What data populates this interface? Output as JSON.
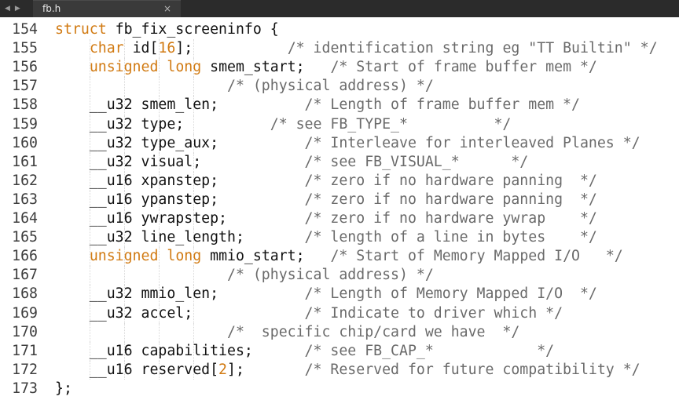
{
  "tab": {
    "nav_prev": "◀",
    "nav_next": "▶",
    "title": "fb.h",
    "close": "×"
  },
  "lines": [
    {
      "n": "154",
      "segs": [
        {
          "t": "kw",
          "v": "struct"
        },
        {
          "t": "pl",
          "v": " fb_fix_screeninfo {"
        }
      ]
    },
    {
      "n": "155",
      "segs": [
        {
          "t": "pl",
          "v": "    "
        },
        {
          "t": "kw",
          "v": "char"
        },
        {
          "t": "pl",
          "v": " id["
        },
        {
          "t": "num",
          "v": "16"
        },
        {
          "t": "pl",
          "v": "];           "
        },
        {
          "t": "cm",
          "v": "/* identification string eg \"TT Builtin\" */"
        }
      ]
    },
    {
      "n": "156",
      "segs": [
        {
          "t": "pl",
          "v": "    "
        },
        {
          "t": "kw",
          "v": "unsigned"
        },
        {
          "t": "pl",
          "v": " "
        },
        {
          "t": "kw",
          "v": "long"
        },
        {
          "t": "pl",
          "v": " smem_start;   "
        },
        {
          "t": "cm",
          "v": "/* Start of frame buffer mem */"
        }
      ]
    },
    {
      "n": "157",
      "segs": [
        {
          "t": "pl",
          "v": "                    "
        },
        {
          "t": "cm",
          "v": "/* (physical address) */"
        }
      ]
    },
    {
      "n": "158",
      "segs": [
        {
          "t": "pl",
          "v": "    __u32 smem_len;          "
        },
        {
          "t": "cm",
          "v": "/* Length of frame buffer mem */"
        }
      ]
    },
    {
      "n": "159",
      "segs": [
        {
          "t": "pl",
          "v": "    __u32 type;          "
        },
        {
          "t": "cm",
          "v": "/* see FB_TYPE_*          */"
        }
      ]
    },
    {
      "n": "160",
      "segs": [
        {
          "t": "pl",
          "v": "    __u32 type_aux;          "
        },
        {
          "t": "cm",
          "v": "/* Interleave for interleaved Planes */"
        }
      ]
    },
    {
      "n": "161",
      "segs": [
        {
          "t": "pl",
          "v": "    __u32 visual;            "
        },
        {
          "t": "cm",
          "v": "/* see FB_VISUAL_*      */"
        }
      ]
    },
    {
      "n": "162",
      "segs": [
        {
          "t": "pl",
          "v": "    __u16 xpanstep;          "
        },
        {
          "t": "cm",
          "v": "/* zero if no hardware panning  */"
        }
      ]
    },
    {
      "n": "163",
      "segs": [
        {
          "t": "pl",
          "v": "    __u16 ypanstep;          "
        },
        {
          "t": "cm",
          "v": "/* zero if no hardware panning  */"
        }
      ]
    },
    {
      "n": "164",
      "segs": [
        {
          "t": "pl",
          "v": "    __u16 ywrapstep;         "
        },
        {
          "t": "cm",
          "v": "/* zero if no hardware ywrap    */"
        }
      ]
    },
    {
      "n": "165",
      "segs": [
        {
          "t": "pl",
          "v": "    __u32 line_length;       "
        },
        {
          "t": "cm",
          "v": "/* length of a line in bytes    */"
        }
      ]
    },
    {
      "n": "166",
      "segs": [
        {
          "t": "pl",
          "v": "    "
        },
        {
          "t": "kw",
          "v": "unsigned"
        },
        {
          "t": "pl",
          "v": " "
        },
        {
          "t": "kw",
          "v": "long"
        },
        {
          "t": "pl",
          "v": " mmio_start;   "
        },
        {
          "t": "cm",
          "v": "/* Start of Memory Mapped I/O   */"
        }
      ]
    },
    {
      "n": "167",
      "segs": [
        {
          "t": "pl",
          "v": "                    "
        },
        {
          "t": "cm",
          "v": "/* (physical address) */"
        }
      ]
    },
    {
      "n": "168",
      "segs": [
        {
          "t": "pl",
          "v": "    __u32 mmio_len;          "
        },
        {
          "t": "cm",
          "v": "/* Length of Memory Mapped I/O  */"
        }
      ]
    },
    {
      "n": "169",
      "segs": [
        {
          "t": "pl",
          "v": "    __u32 accel;             "
        },
        {
          "t": "cm",
          "v": "/* Indicate to driver which */"
        }
      ]
    },
    {
      "n": "170",
      "segs": [
        {
          "t": "pl",
          "v": "                    "
        },
        {
          "t": "cm",
          "v": "/*  specific chip/card we have  */"
        }
      ]
    },
    {
      "n": "171",
      "segs": [
        {
          "t": "pl",
          "v": "    __u16 capabilities;      "
        },
        {
          "t": "cm",
          "v": "/* see FB_CAP_*            */"
        }
      ]
    },
    {
      "n": "172",
      "segs": [
        {
          "t": "pl",
          "v": "    __u16 reserved["
        },
        {
          "t": "num",
          "v": "2"
        },
        {
          "t": "pl",
          "v": "];       "
        },
        {
          "t": "cm",
          "v": "/* Reserved for future compatibility */"
        }
      ]
    },
    {
      "n": "173",
      "segs": [
        {
          "t": "pl",
          "v": "};"
        }
      ]
    }
  ],
  "colors": {
    "keyword": "#d17a12",
    "comment": "#6a6a6a",
    "text": "#111111",
    "line_number": "#3d3d3d",
    "tabbar": "#2b2b2b"
  }
}
